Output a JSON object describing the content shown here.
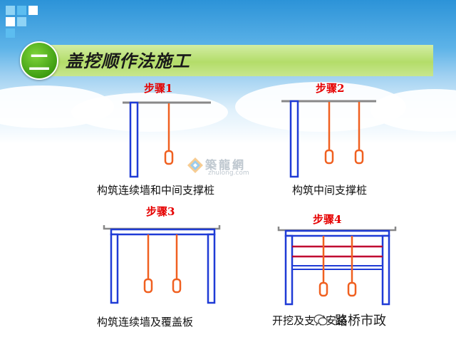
{
  "header": {
    "number": "二",
    "title": "盖挖顺作法施工"
  },
  "steps": [
    {
      "label": "步骤1",
      "caption": "构筑连续墙和中间支撑桩"
    },
    {
      "label": "步骤2",
      "caption": "构筑中间支撑桩"
    },
    {
      "label": "步骤3",
      "caption": "构筑连续墙及覆盖板"
    },
    {
      "label": "步骤4",
      "caption": "开挖及支撑安装"
    }
  ],
  "watermark": {
    "name": "築龍網",
    "url": "zhulong.com"
  },
  "source": {
    "text": "路桥市政"
  },
  "colors": {
    "wall": "#1f3bd6",
    "pile": "#f06020",
    "beam": "#c00030",
    "ground": "#888888",
    "step_label": "#e60000",
    "header_badge": "#3f9e12"
  }
}
